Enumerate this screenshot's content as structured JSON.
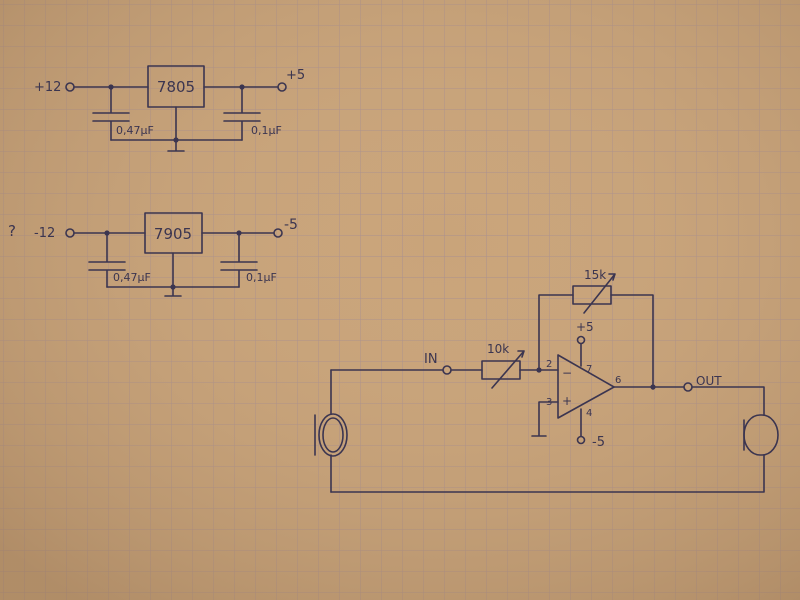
{
  "paper": {
    "background": "#c9a47a",
    "grid_color": "#8d7ea0",
    "ink_color": "#3b3550"
  },
  "positive_regulator": {
    "input_label": "+12",
    "output_label": "+5",
    "chip_label": "7805",
    "input_cap_label": "0,47µF",
    "output_cap_label": "0,1µF"
  },
  "negative_regulator": {
    "question_mark": "?",
    "input_label": "-12",
    "output_label": "-5",
    "chip_label": "7905",
    "input_cap_label": "0,47µF",
    "output_cap_label": "0,1µF"
  },
  "amplifier": {
    "input_label": "IN",
    "input_resistor_label": "10k",
    "feedback_resistor_label": "15k",
    "pin2": "2",
    "pin3": "3",
    "pin4": "4",
    "pin6": "6",
    "pin7": "7",
    "opamp_minus": "−",
    "opamp_plus": "+",
    "vpos_label": "+5",
    "vneg_label": "-5",
    "output_label": "OUT"
  }
}
